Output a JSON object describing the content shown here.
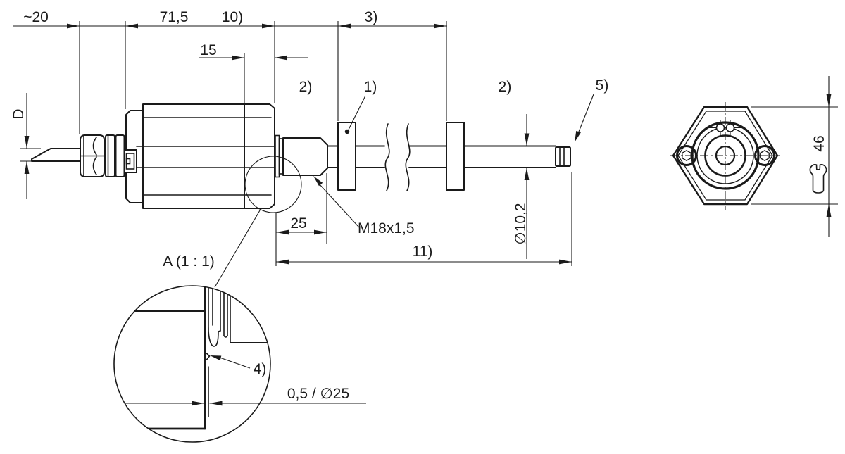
{
  "colors": {
    "line": "#1a1a1a",
    "background": "#ffffff"
  },
  "side_view": {
    "dim_cable_gland": "~20",
    "dim_housing": "71,5",
    "dim_front_cap": "15",
    "note_10": "10)",
    "note_3": "3)",
    "callout_2_left": "2)",
    "callout_1": "1)",
    "callout_2_right": "2)",
    "callout_5": "5)",
    "dim_cable_dia": "D",
    "thread_spec": "M18x1,5",
    "dim_thread_len": "25",
    "note_11": "11)",
    "dim_rod_dia": "∅10,2"
  },
  "detail_view": {
    "title": "A  (1 : 1)",
    "callout_4": "4)",
    "dim_ring": "0,5 / ∅25"
  },
  "end_view": {
    "dim_across_flats": "46"
  },
  "icons": {
    "wrench_symbol": "open-end-wrench"
  }
}
